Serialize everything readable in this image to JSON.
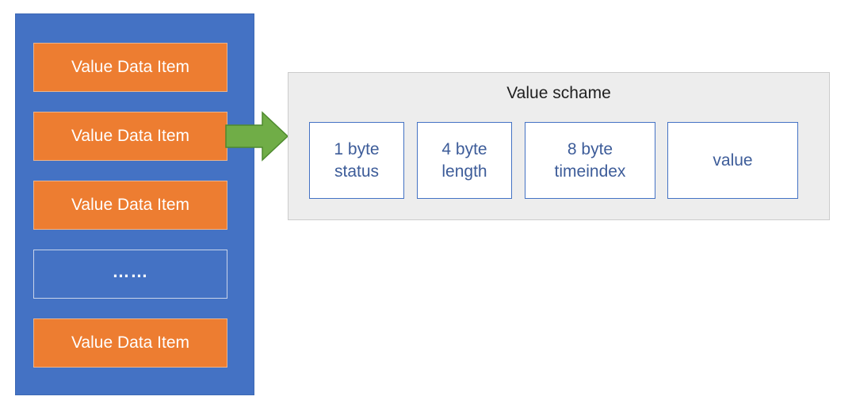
{
  "items_column": {
    "items": [
      {
        "label": "Value Data Item"
      },
      {
        "label": "Value Data Item"
      },
      {
        "label": "Value Data Item"
      },
      {
        "label": "……"
      },
      {
        "label": "Value Data Item"
      }
    ]
  },
  "schema": {
    "title": "Value schame",
    "fields": [
      {
        "label": "1 byte\nstatus"
      },
      {
        "label": "4 byte\nlength"
      },
      {
        "label": "8 byte\ntimeindex"
      },
      {
        "label": "value"
      }
    ]
  },
  "colors": {
    "column": "#4472c4",
    "item": "#ed7d31",
    "arrow": "#70ad47",
    "schema_bg": "#ededed",
    "field_border": "#4472c4"
  }
}
